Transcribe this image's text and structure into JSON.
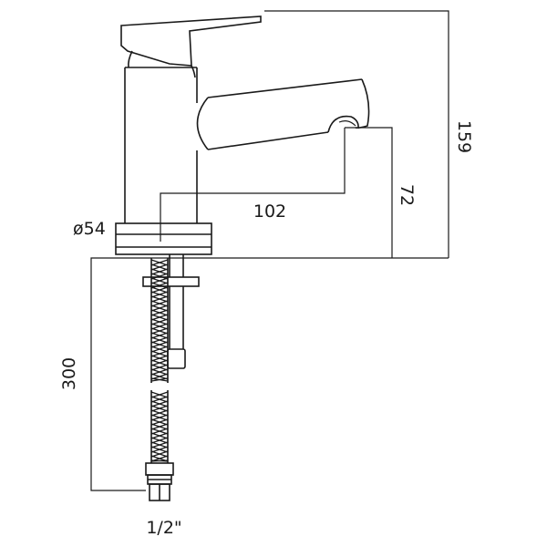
{
  "dimensions": {
    "total_height": "159",
    "spout_height": "72",
    "spout_reach": "102",
    "base_diameter": "ø54",
    "hose_length": "300",
    "connector_size": "1/2\""
  },
  "colors": {
    "line": "#1a1a1a",
    "background": "#ffffff"
  }
}
